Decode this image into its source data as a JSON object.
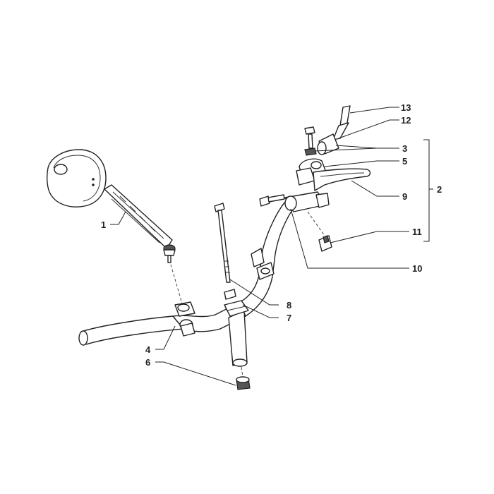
{
  "diagram": {
    "callouts": {
      "c1": "1",
      "c2": "2",
      "c3": "3",
      "c4": "4",
      "c5": "5",
      "c6": "6",
      "c7": "7",
      "c8": "8",
      "c9": "9",
      "c10": "10",
      "c11": "11",
      "c12": "12",
      "c13": "13"
    },
    "parts": [
      {
        "id": "mirror",
        "callout": "1"
      },
      {
        "id": "lever-assembly",
        "callout": "2"
      },
      {
        "id": "lever-pivot-bolt",
        "callout": "3"
      },
      {
        "id": "clamp-left",
        "callout": "4"
      },
      {
        "id": "lever-bracket",
        "callout": "5"
      },
      {
        "id": "steering-tube-cap",
        "callout": "6"
      },
      {
        "id": "center-clamp",
        "callout": "7"
      },
      {
        "id": "long-bolt",
        "callout": "8"
      },
      {
        "id": "brake-lever",
        "callout": "9"
      },
      {
        "id": "handlebar-clamp-bolt",
        "callout": "10"
      },
      {
        "id": "stop-switch",
        "callout": "11"
      },
      {
        "id": "cable-adjuster",
        "callout": "12"
      },
      {
        "id": "cable-end",
        "callout": "13"
      }
    ]
  }
}
